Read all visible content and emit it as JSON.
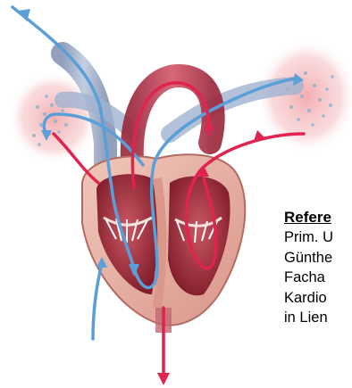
{
  "illustration": {
    "subject": "heart-circulation-diagram",
    "colors": {
      "venous_blue": "#5b9fd8",
      "arterial_red": "#e0234f",
      "heart_wall": "#e8b7a9",
      "chamber_dark": "#8e1e2e",
      "lung_pink": "#f3b3b5"
    }
  },
  "reference": {
    "heading": "Refere",
    "lines": [
      "Prim. U",
      "Günthe",
      "Facha",
      "Kardio",
      "in Lien"
    ]
  }
}
